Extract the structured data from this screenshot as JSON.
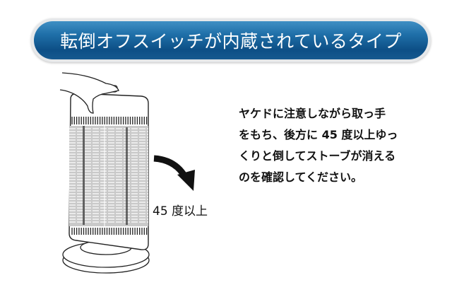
{
  "banner": {
    "title": "転倒オフスイッチが内蔵されているタイプ"
  },
  "description": {
    "lines": [
      "ヤケドに注意しながら取っ手",
      "をもち、後方に 45 度以上ゆっ",
      "くりと倒してストーブが消える",
      "のを確認してください。"
    ]
  },
  "illustration": {
    "angle_label": "45 度以上"
  }
}
